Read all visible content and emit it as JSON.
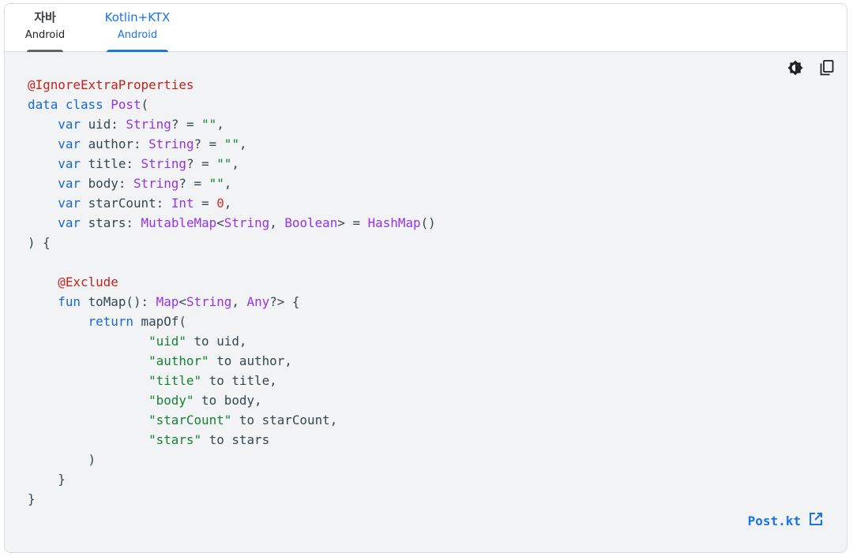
{
  "tabs": [
    {
      "label": "자바",
      "sublabel": "Android",
      "active": false
    },
    {
      "label": "Kotlin+KTX",
      "sublabel": "Android",
      "active": true
    }
  ],
  "toolbar": {
    "theme_icon": "contrast-icon",
    "copy_icon": "copy-icon"
  },
  "code_lines": [
    [
      [
        "ann",
        "@IgnoreExtraProperties"
      ]
    ],
    [
      [
        "kw",
        "data class "
      ],
      [
        "type",
        "Post"
      ],
      [
        "plain",
        "("
      ]
    ],
    [
      [
        "plain",
        "    "
      ],
      [
        "kw",
        "var "
      ],
      [
        "plain",
        "uid: "
      ],
      [
        "type",
        "String"
      ],
      [
        "plain",
        "? = "
      ],
      [
        "str",
        "\"\""
      ],
      [
        "plain",
        ","
      ]
    ],
    [
      [
        "plain",
        "    "
      ],
      [
        "kw",
        "var "
      ],
      [
        "plain",
        "author: "
      ],
      [
        "type",
        "String"
      ],
      [
        "plain",
        "? = "
      ],
      [
        "str",
        "\"\""
      ],
      [
        "plain",
        ","
      ]
    ],
    [
      [
        "plain",
        "    "
      ],
      [
        "kw",
        "var "
      ],
      [
        "plain",
        "title: "
      ],
      [
        "type",
        "String"
      ],
      [
        "plain",
        "? = "
      ],
      [
        "str",
        "\"\""
      ],
      [
        "plain",
        ","
      ]
    ],
    [
      [
        "plain",
        "    "
      ],
      [
        "kw",
        "var "
      ],
      [
        "plain",
        "body: "
      ],
      [
        "type",
        "String"
      ],
      [
        "plain",
        "? = "
      ],
      [
        "str",
        "\"\""
      ],
      [
        "plain",
        ","
      ]
    ],
    [
      [
        "plain",
        "    "
      ],
      [
        "kw",
        "var "
      ],
      [
        "plain",
        "starCount: "
      ],
      [
        "type",
        "Int"
      ],
      [
        "plain",
        " = "
      ],
      [
        "num",
        "0"
      ],
      [
        "plain",
        ","
      ]
    ],
    [
      [
        "plain",
        "    "
      ],
      [
        "kw",
        "var "
      ],
      [
        "plain",
        "stars: "
      ],
      [
        "type",
        "MutableMap"
      ],
      [
        "plain",
        "<"
      ],
      [
        "type",
        "String"
      ],
      [
        "plain",
        ", "
      ],
      [
        "type",
        "Boolean"
      ],
      [
        "plain",
        "> = "
      ],
      [
        "type",
        "HashMap"
      ],
      [
        "plain",
        "()"
      ]
    ],
    [
      [
        "plain",
        ") {"
      ]
    ],
    [
      [
        "plain",
        ""
      ]
    ],
    [
      [
        "plain",
        "    "
      ],
      [
        "ann",
        "@Exclude"
      ]
    ],
    [
      [
        "plain",
        "    "
      ],
      [
        "kw",
        "fun "
      ],
      [
        "plain",
        "toMap(): "
      ],
      [
        "type",
        "Map"
      ],
      [
        "plain",
        "<"
      ],
      [
        "type",
        "String"
      ],
      [
        "plain",
        ", "
      ],
      [
        "type",
        "Any"
      ],
      [
        "plain",
        "?> {"
      ]
    ],
    [
      [
        "plain",
        "        "
      ],
      [
        "kw",
        "return "
      ],
      [
        "plain",
        "mapOf("
      ]
    ],
    [
      [
        "plain",
        "                "
      ],
      [
        "str",
        "\"uid\""
      ],
      [
        "plain",
        " to uid,"
      ]
    ],
    [
      [
        "plain",
        "                "
      ],
      [
        "str",
        "\"author\""
      ],
      [
        "plain",
        " to author,"
      ]
    ],
    [
      [
        "plain",
        "                "
      ],
      [
        "str",
        "\"title\""
      ],
      [
        "plain",
        " to title,"
      ]
    ],
    [
      [
        "plain",
        "                "
      ],
      [
        "str",
        "\"body\""
      ],
      [
        "plain",
        " to body,"
      ]
    ],
    [
      [
        "plain",
        "                "
      ],
      [
        "str",
        "\"starCount\""
      ],
      [
        "plain",
        " to starCount,"
      ]
    ],
    [
      [
        "plain",
        "                "
      ],
      [
        "str",
        "\"stars\""
      ],
      [
        "plain",
        " to stars"
      ]
    ],
    [
      [
        "plain",
        "        )"
      ]
    ],
    [
      [
        "plain",
        "    }"
      ]
    ],
    [
      [
        "plain",
        "}"
      ]
    ]
  ],
  "file_link": {
    "label": "Post.kt",
    "icon": "open-in-new-icon"
  },
  "colors": {
    "keyword": "#1967d2",
    "type": "#9334e6",
    "string": "#188038",
    "annotation": "#c5221f",
    "number": "#d93025",
    "plain": "#37474f",
    "accent": "#1a73e8"
  }
}
